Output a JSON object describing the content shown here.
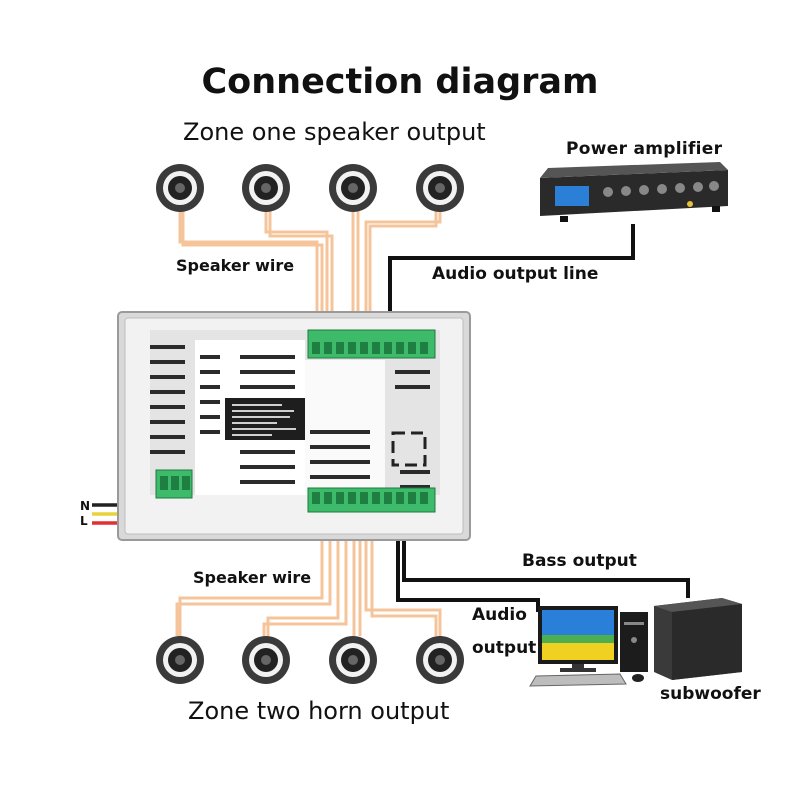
{
  "title": "Connection diagram",
  "zones": {
    "zone_one_label": "Zone one speaker output",
    "zone_two_label": "Zone two horn output",
    "speaker_count_per_zone": 4
  },
  "labels": {
    "speaker_wire_top": "Speaker wire",
    "speaker_wire_bottom": "Speaker wire",
    "power_amplifier": "Power amplifier",
    "audio_output_line": "Audio output line",
    "bass_output": "Bass output",
    "audio_output_1": "Audio",
    "audio_output_2": "output",
    "subwoofer": "subwoofer",
    "neutral": "N",
    "live": "L"
  },
  "colors": {
    "speaker_wire": "#f5c49a",
    "signal_cable": "#111111",
    "terminal_green": "#3dbb6a",
    "live_wire": "#e03030",
    "neutral_wire": "#222222",
    "earth_wire": "#e8d43a"
  }
}
